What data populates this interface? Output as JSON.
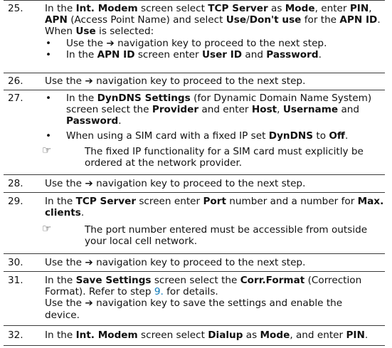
{
  "steps": {
    "s25": {
      "num": "25.",
      "p1": [
        "In the ",
        "Int. Modem",
        " screen select ",
        "TCP Server",
        " as ",
        "Mode",
        ", enter ",
        "PIN",
        ","
      ],
      "p2": [
        "APN",
        " (Access Point Name) and select ",
        "Use",
        "/",
        "Don't use",
        " for the ",
        "APN ID",
        "."
      ],
      "p3": [
        "When ",
        "Use",
        " is selected:"
      ],
      "b1": [
        "Use the ",
        "➔",
        " navigation key to proceed to the next step."
      ],
      "b2": [
        "In the ",
        "APN ID",
        " screen enter ",
        "User ID",
        " and ",
        "Password",
        "."
      ]
    },
    "s26": {
      "num": "26.",
      "t": [
        "Use the ",
        "➔",
        " navigation key to proceed to the next step."
      ]
    },
    "s27": {
      "num": "27.",
      "b1l1": [
        "In the ",
        "DynDNS Settings",
        " (for Dynamic Domain Name System)"
      ],
      "b1l2": [
        "screen select the ",
        "Provider",
        " and enter ",
        "Host",
        ", ",
        "Username",
        " and"
      ],
      "b1l3": [
        "Password",
        "."
      ],
      "b2": [
        "When using a SIM card with a fixed IP set ",
        "DynDNS",
        " to ",
        "Off",
        "."
      ],
      "noteIcon": "hand-pointing-icon",
      "note1": "The fixed IP functionality for a SIM card must explicitly be",
      "note2": "ordered at the network provider."
    },
    "s28": {
      "num": "28.",
      "t": [
        "Use the ",
        "➔",
        " navigation key to proceed to the next step."
      ]
    },
    "s29": {
      "num": "29.",
      "l1": [
        "In the ",
        "TCP Server",
        " screen enter ",
        "Port",
        " number and a number for ",
        "Max."
      ],
      "l2": [
        "clients",
        "."
      ],
      "note1": "The port number entered must be accessible from outside",
      "note2": "your local cell network."
    },
    "s30": {
      "num": "30.",
      "t": [
        "Use the ",
        "➔",
        " navigation key to proceed to the next step."
      ]
    },
    "s31": {
      "num": "31.",
      "l1": [
        "In the ",
        "Save Settings",
        " screen select the ",
        "Corr.Format",
        " (Correction"
      ],
      "l2": [
        "Format). Refer to step ",
        "9.",
        " for details."
      ],
      "l3": [
        "Use the ",
        "➔",
        " navigation key to save the settings and enable the"
      ],
      "l4": "device."
    },
    "s32": {
      "num": "32.",
      "t": [
        "In the ",
        "Int. Modem",
        " screen select ",
        "Dialup",
        " as ",
        "Mode",
        ", and enter ",
        "PIN",
        "."
      ]
    }
  },
  "bullet": "•",
  "hand": "☞"
}
